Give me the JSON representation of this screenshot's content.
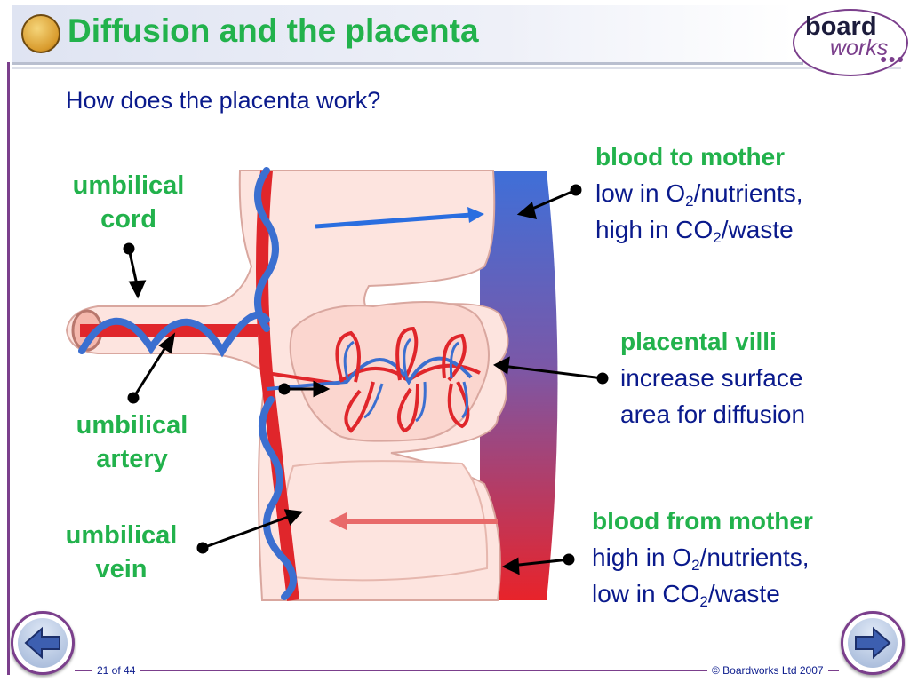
{
  "header": {
    "title": "Diffusion and the placenta"
  },
  "logo": {
    "word1": "board",
    "word2": "works"
  },
  "question": "How does the placenta work?",
  "labels": {
    "umbilical_cord": [
      "umbilical",
      "cord"
    ],
    "umbilical_artery": [
      "umbilical",
      "artery"
    ],
    "umbilical_vein": [
      "umbilical",
      "vein"
    ]
  },
  "info": {
    "to_mother": {
      "heading": "blood to mother",
      "line1_pre": "low in O",
      "line1_sub": "2",
      "line1_post": "/nutrients,",
      "line2_pre": "high in CO",
      "line2_sub": "2",
      "line2_post": "/waste"
    },
    "villi": {
      "heading": "placental villi",
      "line1": "increase surface",
      "line2": "area for diffusion"
    },
    "from_mother": {
      "heading": "blood from mother",
      "line1_pre": "high in O",
      "line1_sub": "2",
      "line1_post": "/nutrients,",
      "line2_pre": "low in CO",
      "line2_sub": "2",
      "line2_post": "/waste"
    }
  },
  "footer": {
    "page": "21 of 44",
    "copyright": "© Boardworks Ltd 2007"
  },
  "colors": {
    "title": "#22b24c",
    "text": "#0a1a8c",
    "frame": "#7b3f8c",
    "artery": "#e0262b",
    "vein": "#3b6fd0",
    "tissue": "#fde4df"
  }
}
